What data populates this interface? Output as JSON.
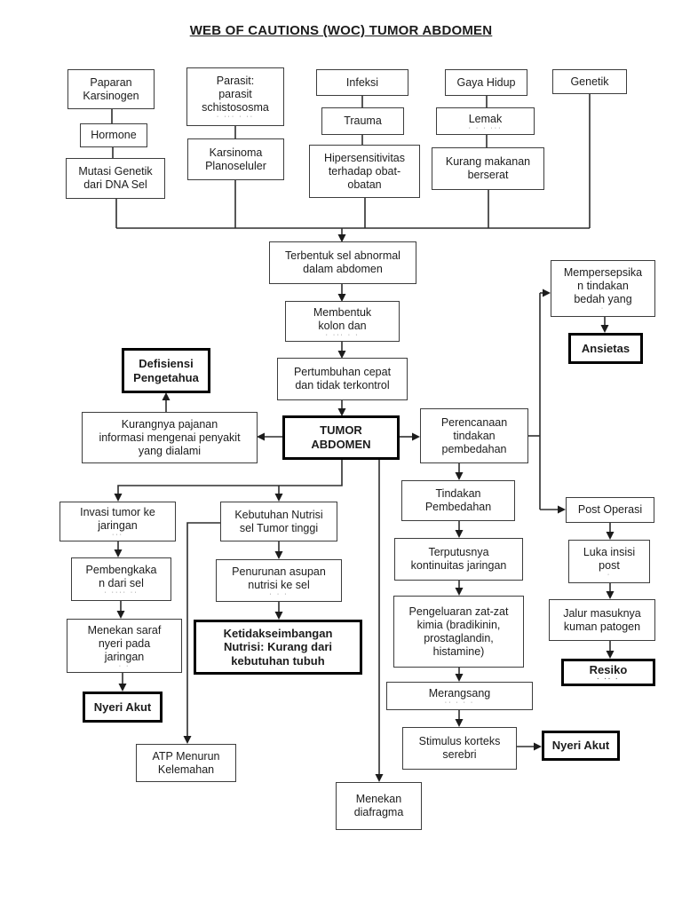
{
  "title": "WEB OF CAUTIONS (WOC) TUMOR ABDOMEN",
  "colors": {
    "line": "#2e2e2e",
    "border": "#3d3d3d",
    "border_bold": "#000000",
    "text": "#1c1c1c",
    "background": "#ffffff"
  },
  "nodes": {
    "paparan": {
      "text": "Paparan\nKarsinogen"
    },
    "hormone": {
      "text": "Hormone"
    },
    "mutasi_genetik": {
      "text": "Mutasi Genetik\ndari DNA Sel"
    },
    "parasit": {
      "text": "Parasit:\nparasit\nschistososma",
      "frag": "· ··· · ··"
    },
    "karsinoma": {
      "text": "Karsinoma\nPlanoseluler"
    },
    "infeksi": {
      "text": "Infeksi"
    },
    "trauma": {
      "text": "Trauma"
    },
    "hipersensitivitas": {
      "text": "Hipersensitivitas\nterhadap obat-\nobatan"
    },
    "gaya_hidup": {
      "text": "Gaya Hidup"
    },
    "lemak": {
      "text": "Lemak",
      "frag": "· · · ···"
    },
    "kurang_makanan": {
      "text": "Kurang makanan\nberserat"
    },
    "genetik": {
      "text": "Genetik"
    },
    "terbentuk": {
      "text": "Terbentuk sel abnormal\ndalam abdomen"
    },
    "membentuk": {
      "text": "Membentuk\nkolon dan",
      "frag": "· ··· · ·"
    },
    "pertumbuhan": {
      "text": "Pertumbuhan cepat\ndan tidak terkontrol"
    },
    "tumor_abdomen": {
      "text": "TUMOR\nABDOMEN"
    },
    "defisiensi": {
      "text": "Defisiensi\nPengetahua"
    },
    "kurangnya": {
      "text": "Kurangnya pajanan\ninformasi mengenai penyakit\nyang dialami"
    },
    "mempersepsikan": {
      "text": "Mempersepsika\nn tindakan\nbedah yang",
      "frag": "·"
    },
    "ansietas": {
      "text": "Ansietas"
    },
    "perencanaan": {
      "text": "Perencanaan\ntindakan\npembedahan"
    },
    "tindakan": {
      "text": "Tindakan\nPembedahan"
    },
    "terputusnya": {
      "text": "Terputusnya\nkontinuitas jaringan"
    },
    "post_operasi": {
      "text": "Post Operasi"
    },
    "luka_insisi": {
      "text": "Luka insisi\npost",
      "frag": "·"
    },
    "pengeluaran": {
      "text": "Pengeluaran zat-zat\nkimia (bradikinin,\nprostaglandin,\nhistamine)"
    },
    "merangsang": {
      "text": "Merangsang",
      "frag": "·· · · ·"
    },
    "stimulus": {
      "text": "Stimulus korteks\nserebri"
    },
    "nyeri_akut_right": {
      "text": "Nyeri Akut"
    },
    "jalur": {
      "text": "Jalur masuknya\nkuman patogen"
    },
    "resiko": {
      "text": "Resiko",
      "frag": "· ·· ·"
    },
    "invasi": {
      "text": "Invasi tumor ke\njaringan",
      "frag": "···"
    },
    "pembengkakan": {
      "text": "Pembengkaka\nn dari sel",
      "frag": "· ···· ··"
    },
    "menekan_saraf": {
      "text": "Menekan saraf\nnyeri pada\njaringan",
      "frag": "· ·"
    },
    "nyeri_akut_left": {
      "text": "Nyeri Akut"
    },
    "kebutuhan": {
      "text": "Kebutuhan Nutrisi\nsel Tumor tinggi"
    },
    "penurunan": {
      "text": "Penurunan asupan\nnutrisi ke sel",
      "frag": "· · ·"
    },
    "ketidakseimbangan": {
      "text": "Ketidakseimbangan\nNutrisi: Kurang dari\nkebutuhan tubuh"
    },
    "atp": {
      "text": "ATP Menurun\nKelemahan"
    },
    "menekan_diafragma": {
      "text": "Menekan\ndiafragma"
    }
  }
}
